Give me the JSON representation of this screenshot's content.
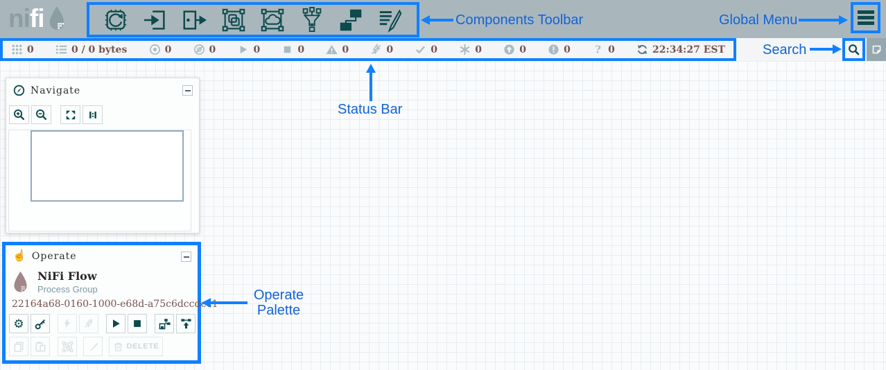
{
  "header": {
    "logo": {
      "part1": "ni",
      "part2": "fi"
    },
    "components_toolbar_icons": [
      "processor",
      "input-port",
      "output-port",
      "process-group",
      "remote-process-group",
      "funnel",
      "template",
      "label"
    ]
  },
  "annotations": {
    "components_toolbar": "Components Toolbar",
    "global_menu": "Global Menu",
    "status_bar": "Status Bar",
    "search": "Search",
    "operate_palette": [
      "Operate",
      "Palette"
    ]
  },
  "statusbar": {
    "items": [
      {
        "icon": "active-threads",
        "value": "0"
      },
      {
        "icon": "queued",
        "value": "0 / 0 bytes"
      },
      {
        "icon": "transmitting-remote-groups",
        "value": "0"
      },
      {
        "icon": "not-transmitting-remote-groups",
        "value": "0"
      },
      {
        "icon": "running-components",
        "value": "0"
      },
      {
        "icon": "stopped-components",
        "value": "0"
      },
      {
        "icon": "invalid-components",
        "value": "0"
      },
      {
        "icon": "disabled-components",
        "value": "0"
      },
      {
        "icon": "up-to-date-versioned",
        "value": "0"
      },
      {
        "icon": "locally-modified-versioned",
        "value": "0"
      },
      {
        "icon": "stale-versioned",
        "value": "0"
      },
      {
        "icon": "locally-modified-stale-versioned",
        "value": "0"
      },
      {
        "icon": "sync-failure-versioned",
        "value": "0"
      }
    ],
    "last_refresh": "22:34:27 EST"
  },
  "navigate": {
    "title": "Navigate"
  },
  "operate": {
    "title": "Operate",
    "selection_name": "NiFi Flow",
    "selection_type": "Process Group",
    "selection_id": "22164a68-0160-1000-e68d-a75c6dccdec1",
    "delete_label": "DELETE"
  },
  "colors": {
    "annotation_blue": "#1080ff",
    "label_blue": "#1363d8",
    "header_gray": "#a9b7bd",
    "icon_teal": "#0c4a4d",
    "count_maroon": "#775351"
  }
}
